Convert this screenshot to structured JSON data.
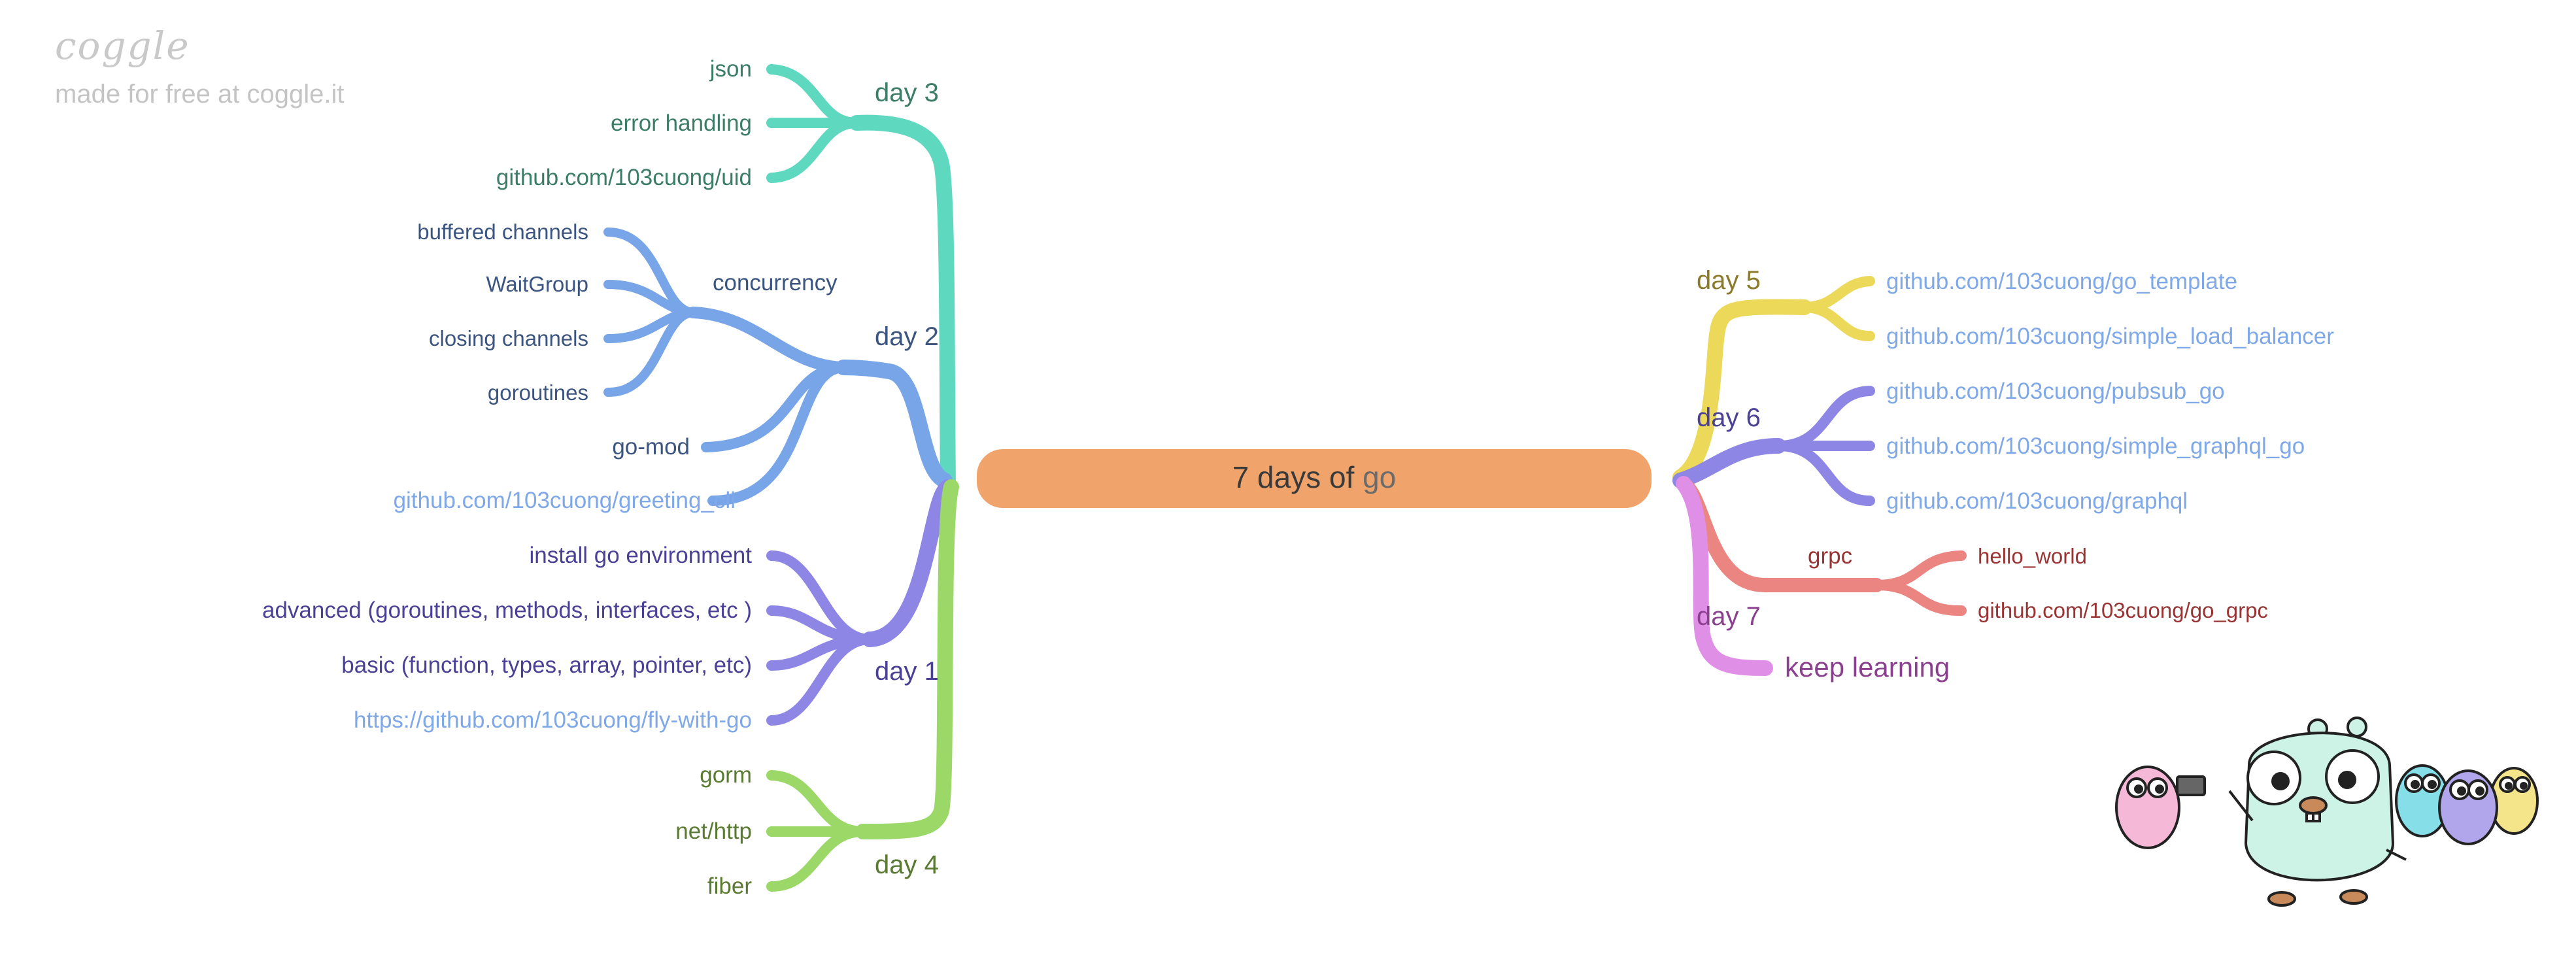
{
  "watermark": {
    "logo": "coggle",
    "made_for": "made for free at coggle.it"
  },
  "root": {
    "label_main": "7 days of ",
    "label_accent": "go",
    "color": "#f0a46c"
  },
  "branches": [
    {
      "id": "day3",
      "label": "day 3",
      "color": "#5fd8c0",
      "text_color": "#3c7d68",
      "items": [
        "json",
        "error handling",
        "github.com/103cuong/uid"
      ]
    },
    {
      "id": "day2",
      "label": "day 2",
      "color": "#78a5e8",
      "text_color": "#3b5580",
      "items": [
        "go-mod",
        "github.com/103cuong/greeting_cli"
      ],
      "sub": {
        "label": "concurrency",
        "items": [
          "buffered channels",
          "WaitGroup",
          "closing channels",
          "goroutines"
        ]
      }
    },
    {
      "id": "day1",
      "label": "day 1",
      "color": "#8e86e4",
      "text_color": "#4a4096",
      "items": [
        "install go environment",
        "advanced (goroutines, methods, interfaces, etc )",
        "basic (function, types, array, pointer, etc)",
        "https://github.com/103cuong/fly-with-go"
      ]
    },
    {
      "id": "day4",
      "label": "day 4",
      "color": "#9bd868",
      "text_color": "#5a7a32",
      "items": [
        "gorm",
        "net/http",
        "fiber"
      ]
    },
    {
      "id": "day5",
      "label": "day 5",
      "color": "#ecd95a",
      "text_color": "#8a7a2a",
      "items": [
        "github.com/103cuong/go_template",
        "github.com/103cuong/simple_load_balancer"
      ]
    },
    {
      "id": "day6",
      "label": "day 6",
      "color": "#8e86e4",
      "text_color": "#4a4096",
      "items": [
        "github.com/103cuong/pubsub_go",
        "github.com/103cuong/simple_graphql_go",
        "github.com/103cuong/graphql"
      ]
    },
    {
      "id": "grpc",
      "label": "grpc",
      "color": "#eb8582",
      "text_color": "#9a3434",
      "items": [
        "hello_world",
        "github.com/103cuong/go_grpc"
      ]
    },
    {
      "id": "day7",
      "label": "day 7",
      "color": "#e08fe6",
      "text_color": "#8a3f8f",
      "items": [
        "keep learning"
      ]
    }
  ],
  "link_color": "#7fa8e8",
  "gopher_colors": {
    "big": "#cdf3e6",
    "pink": "#f5b8d6",
    "cyan": "#86dfe8",
    "purple": "#b1a6ec",
    "yellow": "#f4e58a"
  }
}
